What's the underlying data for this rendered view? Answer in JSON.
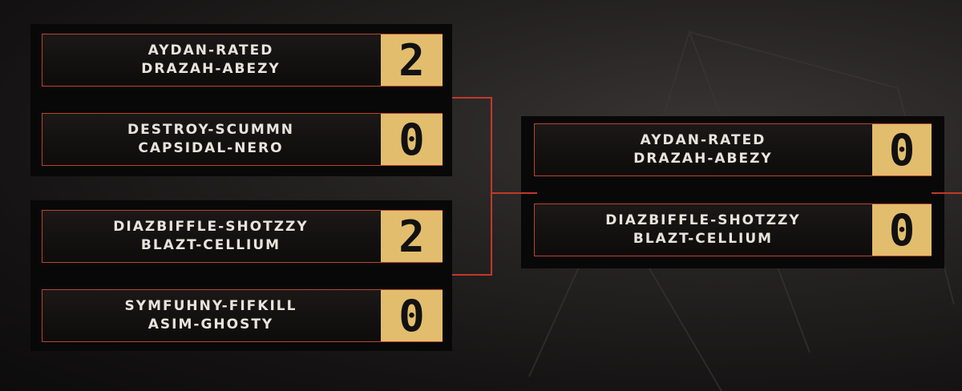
{
  "bracket": {
    "round1": [
      {
        "team1": "AYDAN-RATED",
        "team2": "DRAZAH-ABEZY",
        "score": "2"
      },
      {
        "team1": "DESTROY-SCUMMN",
        "team2": "CAPSIDAL-NERO",
        "score": "0"
      },
      {
        "team1": "DIAZBIFFLE-SHOTZZY",
        "team2": "BLAZT-CELLIUM",
        "score": "2"
      },
      {
        "team1": "SYMFUHNY-FIFKILL",
        "team2": "ASIM-GHOSTY",
        "score": "0"
      }
    ],
    "round2": [
      {
        "team1": "AYDAN-RATED",
        "team2": "DRAZAH-ABEZY",
        "score": "0"
      },
      {
        "team1": "DIAZBIFFLE-SHOTZZY",
        "team2": "BLAZT-CELLIUM",
        "score": "0"
      }
    ]
  },
  "colors": {
    "accent": "#c0392b",
    "score_bg": "#e2bd6d",
    "card_bg": "#0f0d0c",
    "text": "#e7e4dc"
  }
}
